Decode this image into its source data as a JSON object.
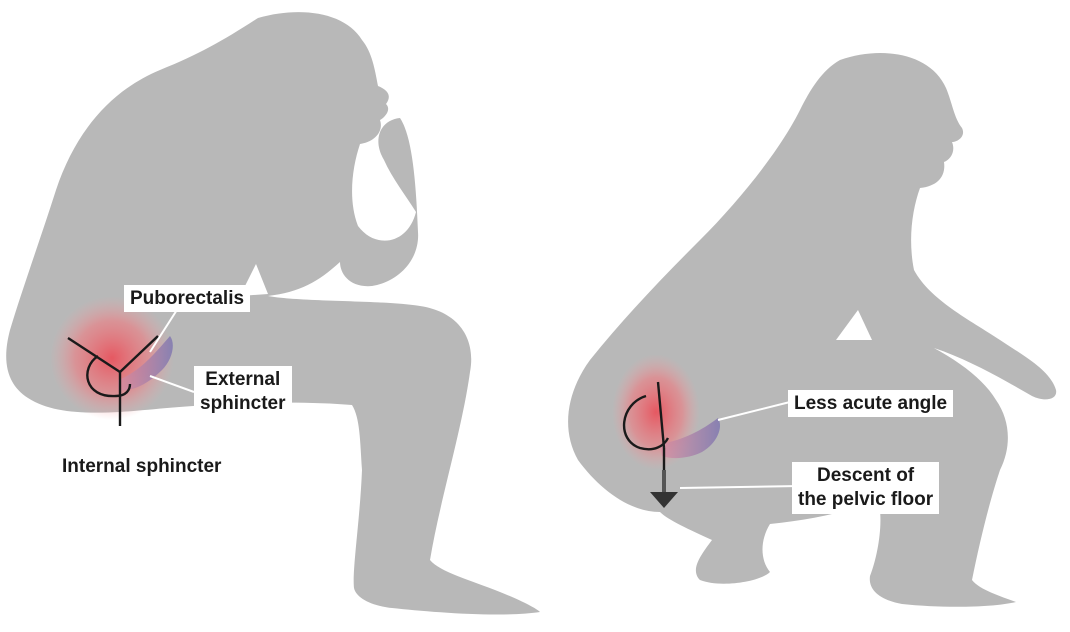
{
  "colors": {
    "background": "#ffffff",
    "silhouette": "#b8b8b8",
    "rectum_highlight": "#e8535d",
    "muscle_highlight": "#8a7fb2",
    "annotation_line": "#1a1a1a",
    "label_background": "#ffffff"
  },
  "icons": {
    "left_figure": "sitting-person-silhouette",
    "right_figure": "squatting-person-silhouette",
    "descent_arrow": "down-arrow-icon"
  },
  "left_figure": {
    "labels": {
      "puborectalis": "Puborectalis",
      "external_sphincter_line1": "External",
      "external_sphincter_line2": "sphincter",
      "internal_sphincter": "Internal sphincter"
    }
  },
  "right_figure": {
    "labels": {
      "angle": "Less acute angle",
      "descent_line1": "Descent of",
      "descent_line2": "the pelvic floor"
    }
  }
}
